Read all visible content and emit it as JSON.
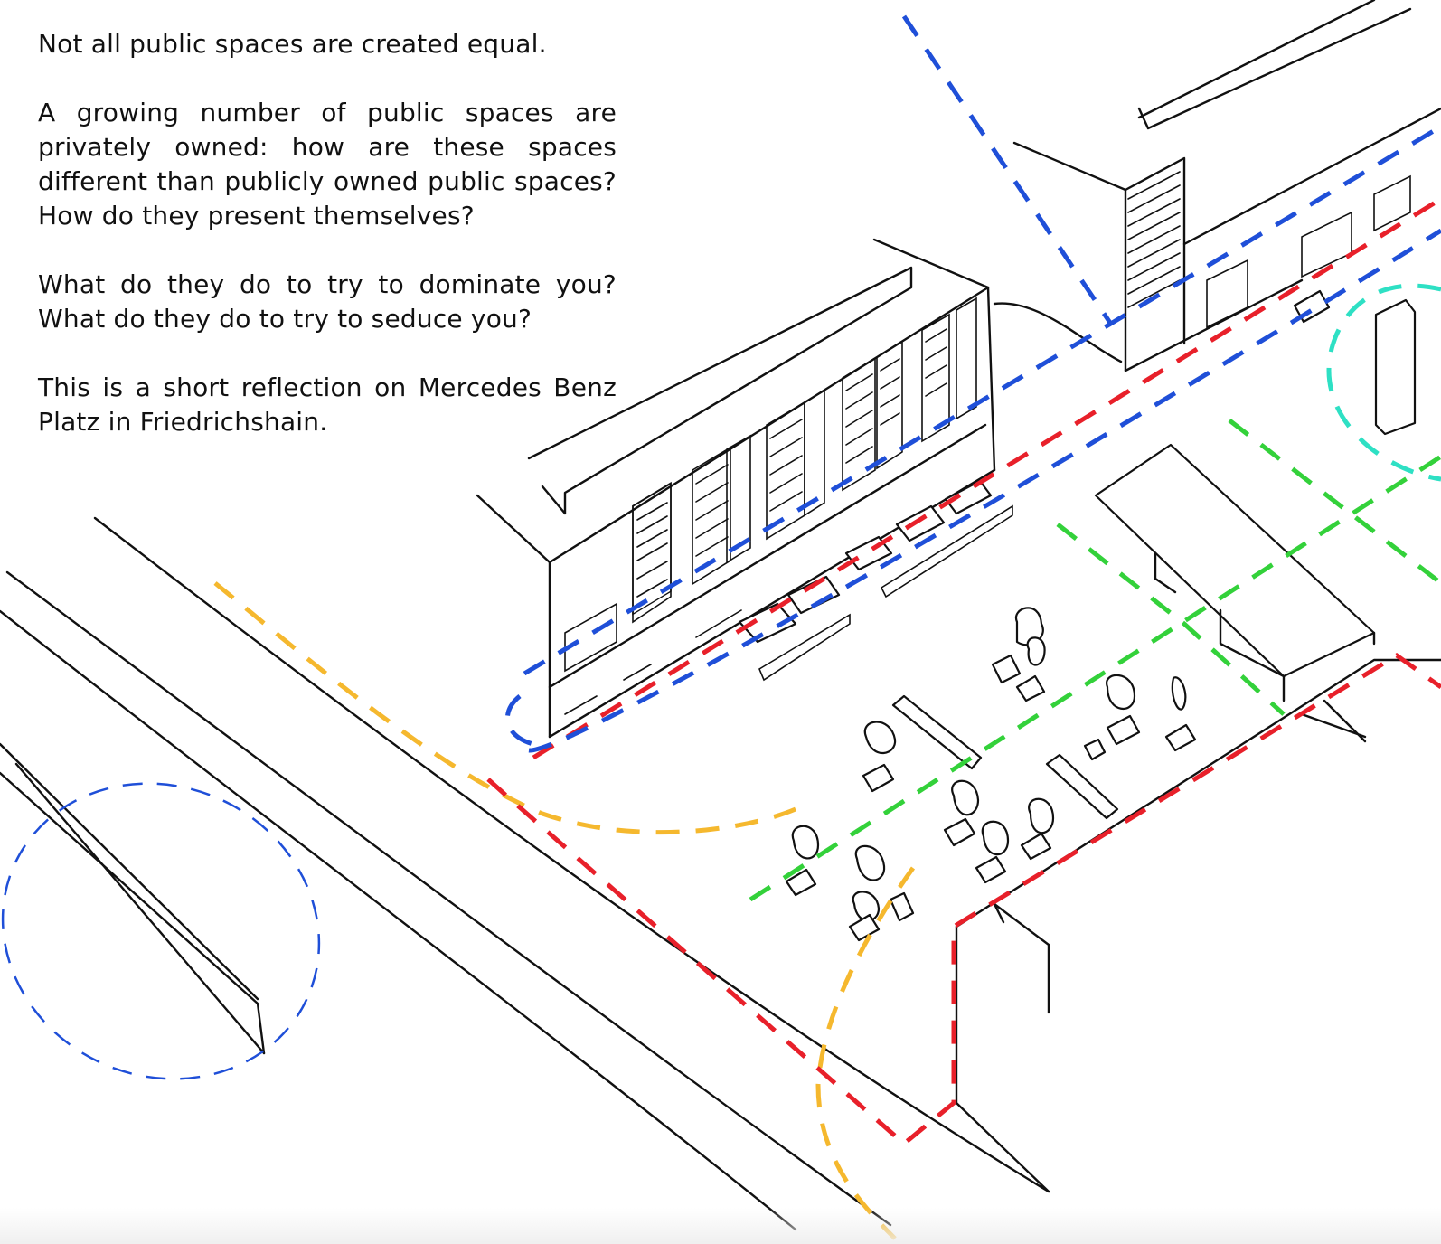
{
  "intro": {
    "p1": "Not all public spaces are created equal.",
    "p2": "A growing number of public spaces are privately owned: how are these spaces different than publicly owned public spaces? How do they present themselves?",
    "p3": "What do they do to try to dominate you? What do they do to try to seduce you?",
    "p4": "This is a short reflection on Mercedes Benz Platz in Friedrichshain."
  },
  "colors": {
    "red": "#e8202a",
    "blue": "#1f4fd8",
    "yellow": "#f5b82e",
    "green": "#33d13a",
    "cyan": "#2ee0c4",
    "ink": "#111111"
  }
}
